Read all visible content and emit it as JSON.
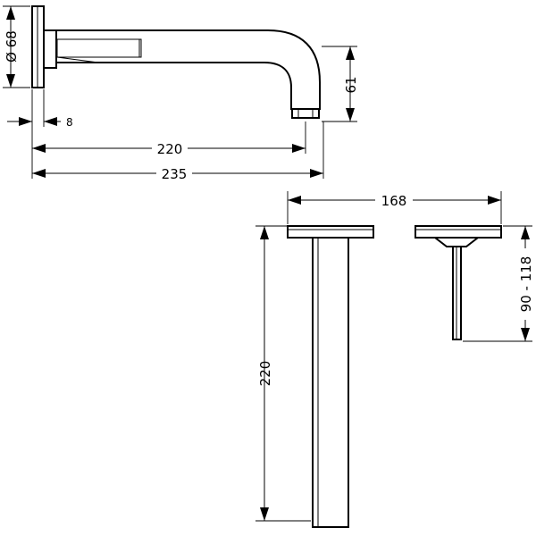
{
  "dimensions": {
    "flange_diameter": "Ø 68",
    "flange_thickness": "8",
    "spout_reach": "220",
    "overall_length": "235",
    "spout_height": "61",
    "handle_spacing": "168",
    "body_depth": "220",
    "stem_range": "90 - 118"
  }
}
